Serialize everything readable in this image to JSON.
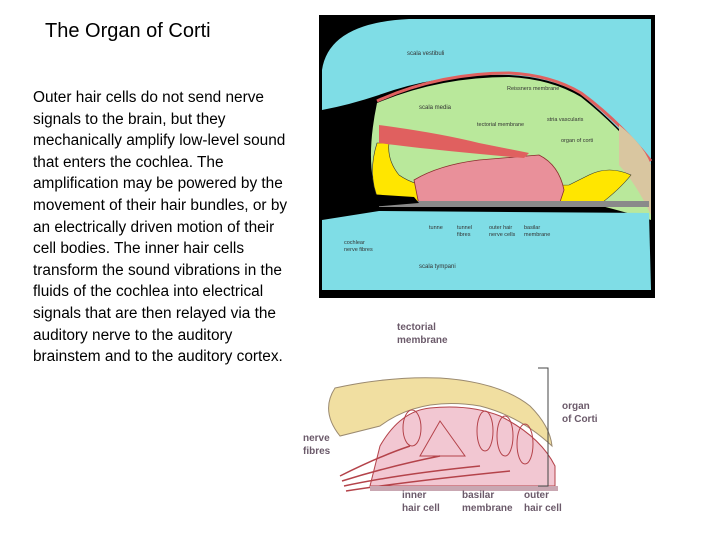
{
  "slide": {
    "title": "The Organ of Corti",
    "body": "Outer hair cells do not send nerve signals to the brain, but they mechanically amplify low-level sound that enters the cochlea. The amplification may be powered by the movement of their hair bundles, or by an electrically driven motion of their cell bodies. The inner hair cells transform the sound vibrations in the fluids of the cochlea into electrical signals that are then relayed via the auditory nerve to the auditory brainstem and to the auditory cortex."
  },
  "diagram_top": {
    "labels": {
      "scala_vestibuli": "scala vestibuli",
      "reissners_membrane": "Reissners membrane",
      "scala_media": "scala media",
      "stria_vascularis": "stria vascularis",
      "tectorial_membrane": "tectorial membrane",
      "organ_of_corti": "organ of corti",
      "tunnel": "tunne",
      "tunnel_fibres_1": "tunnel",
      "tunnel_fibres_2": "fibres",
      "outer_hair_cells_1": "outer hair",
      "outer_hair_cells_2": "nerve cells",
      "basilar_membrane_1": "basilar",
      "basilar_membrane_2": "membrane",
      "cochlear_nerve_1": "cochlear",
      "cochlear_nerve_2": "nerve fibres",
      "scala_tympani": "scala tympani"
    },
    "colors": {
      "background": "#000000",
      "fluid": "#7fdde6",
      "scala_media": "#b9e89b",
      "cells": "#ffe600",
      "organ": "#e9909a",
      "membrane": "#e0605f"
    }
  },
  "diagram_bottom": {
    "labels": {
      "tectorial_membrane_1": "tectorial",
      "tectorial_membrane_2": "membrane",
      "organ_of_corti_1": "organ",
      "organ_of_corti_2": "of Corti",
      "nerve_fibres_1": "nerve",
      "nerve_fibres_2": "fibres",
      "inner_hair_cell_1": "inner",
      "inner_hair_cell_2": "hair cell",
      "basilar_membrane_1": "basilar",
      "basilar_membrane_2": "membrane",
      "outer_hair_cell_1": "outer",
      "outer_hair_cell_2": "hair cell"
    },
    "colors": {
      "tectorial": "#f1dfa1",
      "cells": "#f2c7d2",
      "nerves": "#b4434a",
      "text": "#6b5a6a"
    }
  }
}
